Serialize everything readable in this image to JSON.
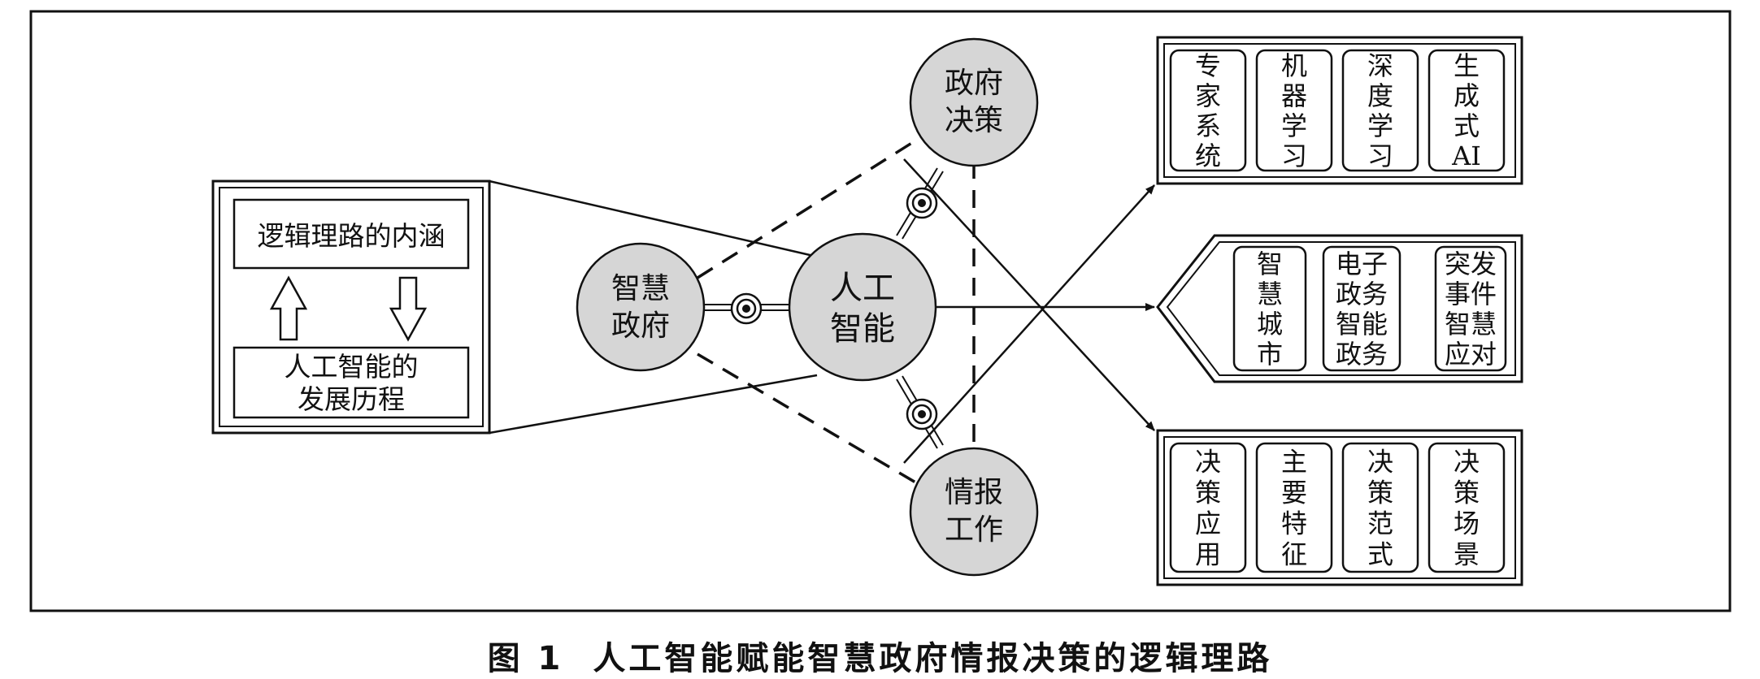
{
  "left_panel": {
    "top_box": "逻辑理路的内涵",
    "bottom_box": [
      "人工智能的",
      "发展历程"
    ]
  },
  "nodes": {
    "center": [
      "人工",
      "智能"
    ],
    "left": [
      "智慧",
      "政府"
    ],
    "top": [
      "政府",
      "决策"
    ],
    "bottom": [
      "情报",
      "工作"
    ]
  },
  "right_top": {
    "items": [
      [
        "专",
        "家",
        "系",
        "统"
      ],
      [
        "机",
        "器",
        "学",
        "习"
      ],
      [
        "深",
        "度",
        "学",
        "习"
      ],
      [
        "生",
        "成",
        "式",
        "AI"
      ]
    ]
  },
  "right_middle": {
    "items": [
      [
        "智",
        "慧",
        "城",
        "市"
      ],
      [
        "电子",
        "政务",
        "智能",
        "政务"
      ],
      [
        "突发",
        "事件",
        "智慧",
        "应对"
      ]
    ]
  },
  "right_bottom": {
    "items": [
      [
        "决",
        "策",
        "应",
        "用"
      ],
      [
        "主",
        "要",
        "特",
        "征"
      ],
      [
        "决",
        "策",
        "范",
        "式"
      ],
      [
        "决",
        "策",
        "场",
        "景"
      ]
    ]
  },
  "caption": {
    "label": "图 1",
    "title": "人工智能赋能智慧政府情报决策的逻辑理路"
  },
  "colors": {
    "node_fill": "#d6d6d6",
    "stroke": "#111111",
    "background": "#ffffff"
  }
}
